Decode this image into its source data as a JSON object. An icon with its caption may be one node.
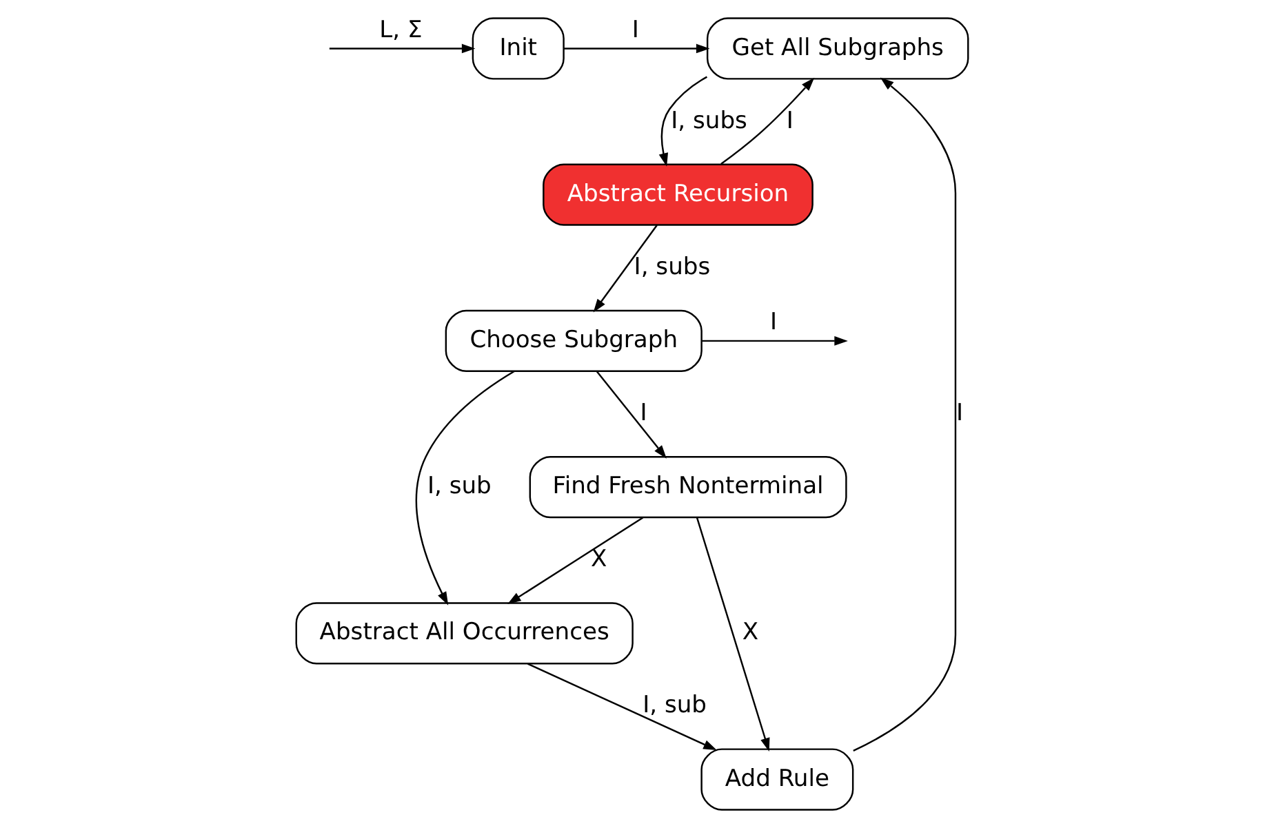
{
  "diagram": {
    "nodes": [
      {
        "text": [
          "Init"
        ]
      },
      {
        "text": [
          "Get All Subgraphs"
        ]
      },
      {
        "text": [
          "Abstract Recursion"
        ]
      },
      {
        "text": [
          "Choose Subgraph"
        ]
      },
      {
        "text": [
          "Abstract All Occurrences"
        ]
      },
      {
        "text": [
          "Find Fresh Nonterminal"
        ]
      },
      {
        "text": [
          "Add Rule"
        ]
      }
    ],
    "edges": [
      {
        "from": null,
        "to": 0,
        "arrow": "to",
        "label": "L, Σ"
      },
      {
        "from": 0,
        "to": 1,
        "arrow": "to",
        "label": "I"
      },
      {
        "from": 1,
        "to": 2,
        "arrow": "to",
        "label": "I, subs"
      },
      {
        "from": 2,
        "to": 1,
        "arrow": "to",
        "label": "I"
      },
      {
        "from": 2,
        "to": 3,
        "arrow": "to",
        "label": "I, subs"
      },
      {
        "from": 3,
        "to": null,
        "arrow": "to",
        "label": "I"
      },
      {
        "from": 3,
        "to": 4,
        "arrow": "to",
        "label": "I, sub"
      },
      {
        "from": 3,
        "to": 5,
        "arrow": "to",
        "label": "I"
      },
      {
        "from": 5,
        "to": 4,
        "arrow": "to",
        "label": "X"
      },
      {
        "from": 5,
        "to": 6,
        "arrow": "to",
        "label": "X"
      },
      {
        "from": 4,
        "to": 6,
        "arrow": "to",
        "label": "I, sub"
      },
      {
        "from": 6,
        "to": 1,
        "arrow": "to",
        "label": "I"
      }
    ]
  }
}
